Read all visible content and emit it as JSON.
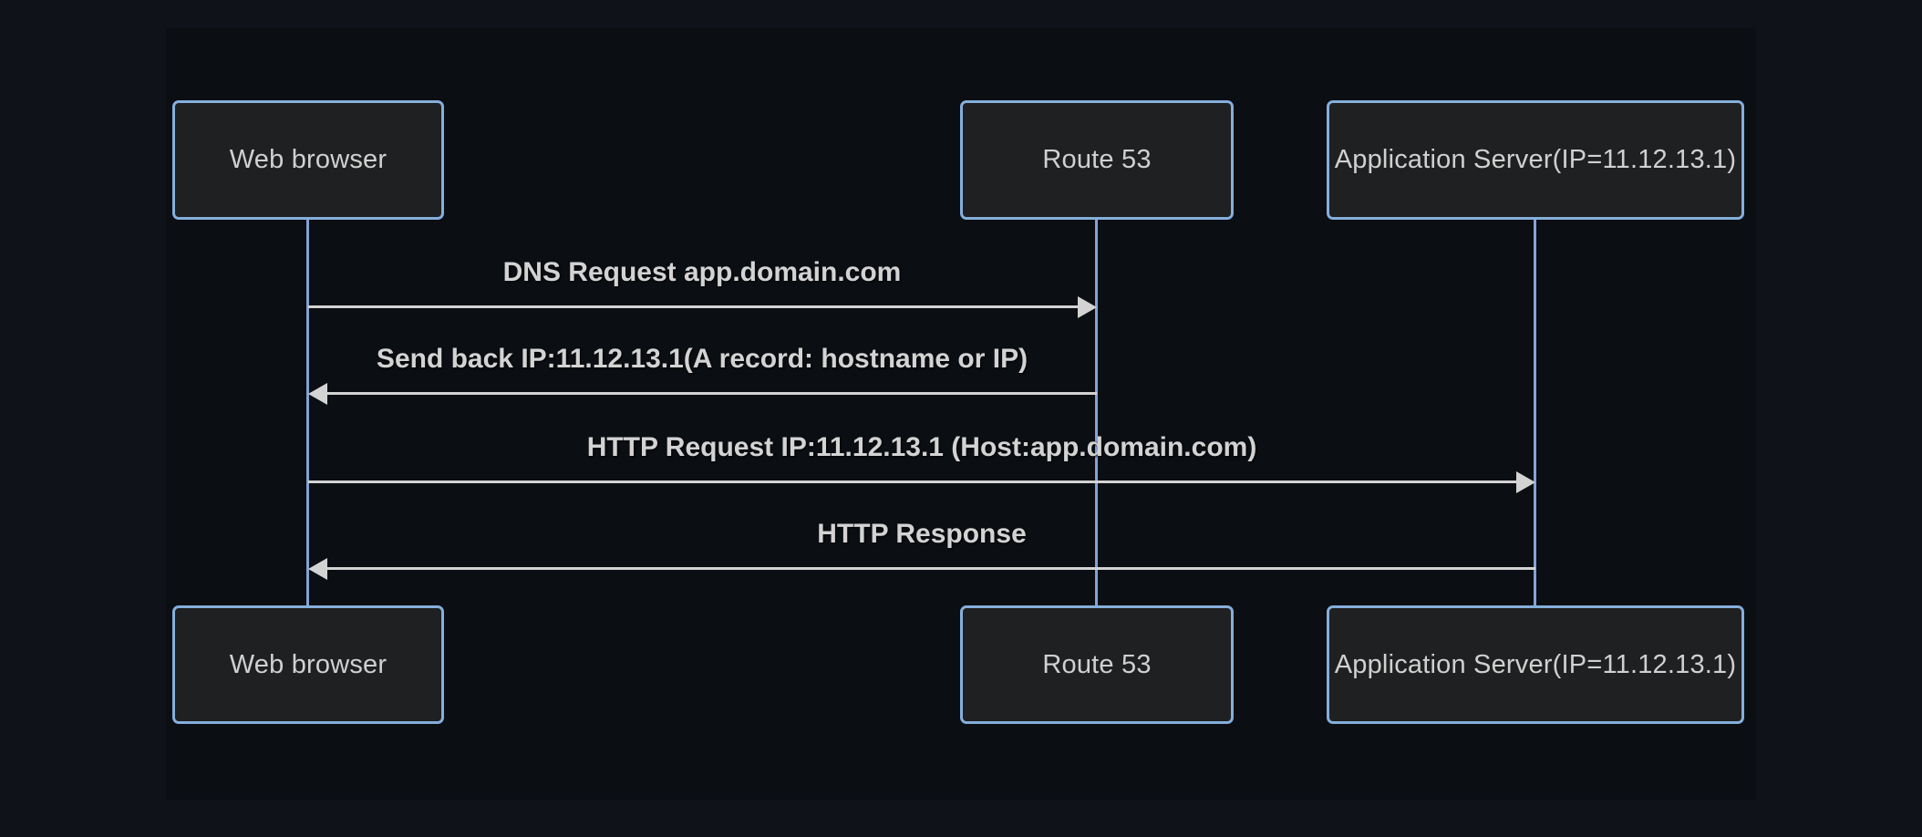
{
  "diagram": {
    "type": "sequence",
    "actors": [
      {
        "id": "web-browser",
        "label": "Web browser"
      },
      {
        "id": "route-53",
        "label": "Route 53"
      },
      {
        "id": "app-server",
        "label": "Application Server(IP=11.12.13.1)"
      }
    ],
    "messages": [
      {
        "from": "web-browser",
        "to": "route-53",
        "direction": "right",
        "arrow": "solid-filled",
        "label": "DNS Request app.domain.com"
      },
      {
        "from": "route-53",
        "to": "web-browser",
        "direction": "left",
        "arrow": "solid-filled",
        "label": "Send back IP:11.12.13.1(A record: hostname or IP)"
      },
      {
        "from": "web-browser",
        "to": "app-server",
        "direction": "right",
        "arrow": "solid-filled",
        "label": "HTTP Request IP:11.12.13.1 (Host:app.domain.com)"
      },
      {
        "from": "app-server",
        "to": "web-browser",
        "direction": "left",
        "arrow": "solid-filled",
        "label": "HTTP Response"
      }
    ],
    "colors": {
      "bg": "#0f1218",
      "panel": "#0b0e13",
      "boxFill": "#1f2021",
      "boxBorder": "#85aedb",
      "boxText": "#d0d0d0",
      "lifeline": "#83a3d6",
      "message": "#d3d3d3"
    }
  }
}
